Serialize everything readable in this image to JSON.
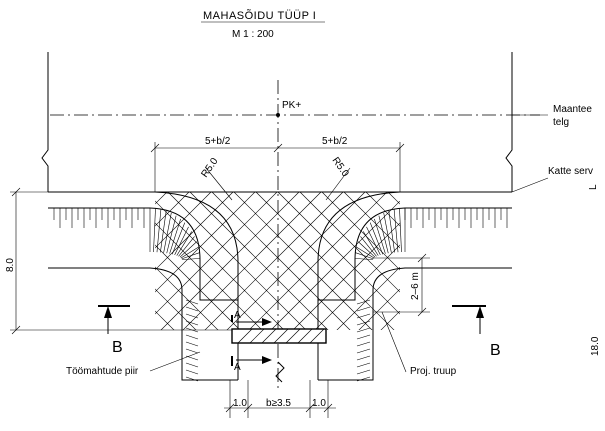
{
  "title": "MAHASÕIDU TÜÜP I",
  "scale": "M 1 : 200",
  "labels": {
    "pk": "PK+",
    "maantee_telg_1": "Maantee",
    "maantee_telg_2": "telg",
    "katte_serv": "Katte serv",
    "dim_left_top": "5+b/2",
    "dim_right_top": "5+b/2",
    "radius_left": "R5.0",
    "radius_right": "R5.0",
    "dim_height": "8.0",
    "dim_side": "2–6 m",
    "section_left": "B",
    "section_right": "B",
    "section_a1": "A",
    "section_a2": "A",
    "toomahtude_piir": "Töömahtude piir",
    "proj_truup": "Proj. truup",
    "dim_bottom_1": "1.0",
    "dim_bottom_b": "b≥3.5",
    "dim_bottom_2": "1.0",
    "dim_far_right": "18.0",
    "edge_mark": "L"
  }
}
